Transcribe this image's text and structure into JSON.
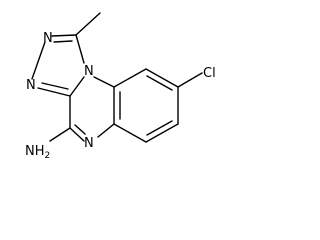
{
  "structure": {
    "atoms": {
      "n_top": "N",
      "n_left": "N",
      "n_bridge": "N",
      "n_lower": "N",
      "cl": "Cl",
      "nh2_main": "NH",
      "nh2_sub": "2"
    },
    "colors": {
      "bond": "#000000",
      "label": "#000000",
      "background": "#ffffff"
    }
  }
}
